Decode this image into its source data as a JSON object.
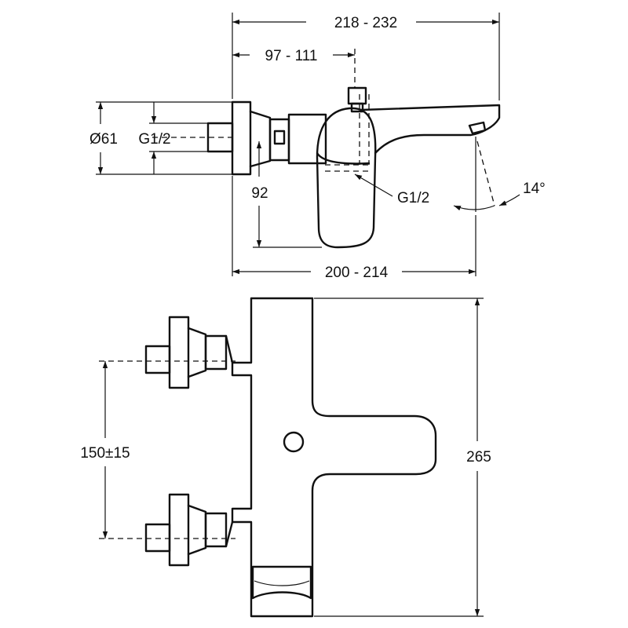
{
  "dimensions": {
    "overall_length": "218 - 232",
    "to_spout_connection": "97 - 111",
    "rosette_diameter": "Ø61",
    "inlet_thread": "G1/2",
    "outlet_thread": "G1/2",
    "handle_drop": "92",
    "spout_angle": "14°",
    "projection": "200 - 214",
    "inlet_spacing": "150±15",
    "body_height": "265"
  }
}
